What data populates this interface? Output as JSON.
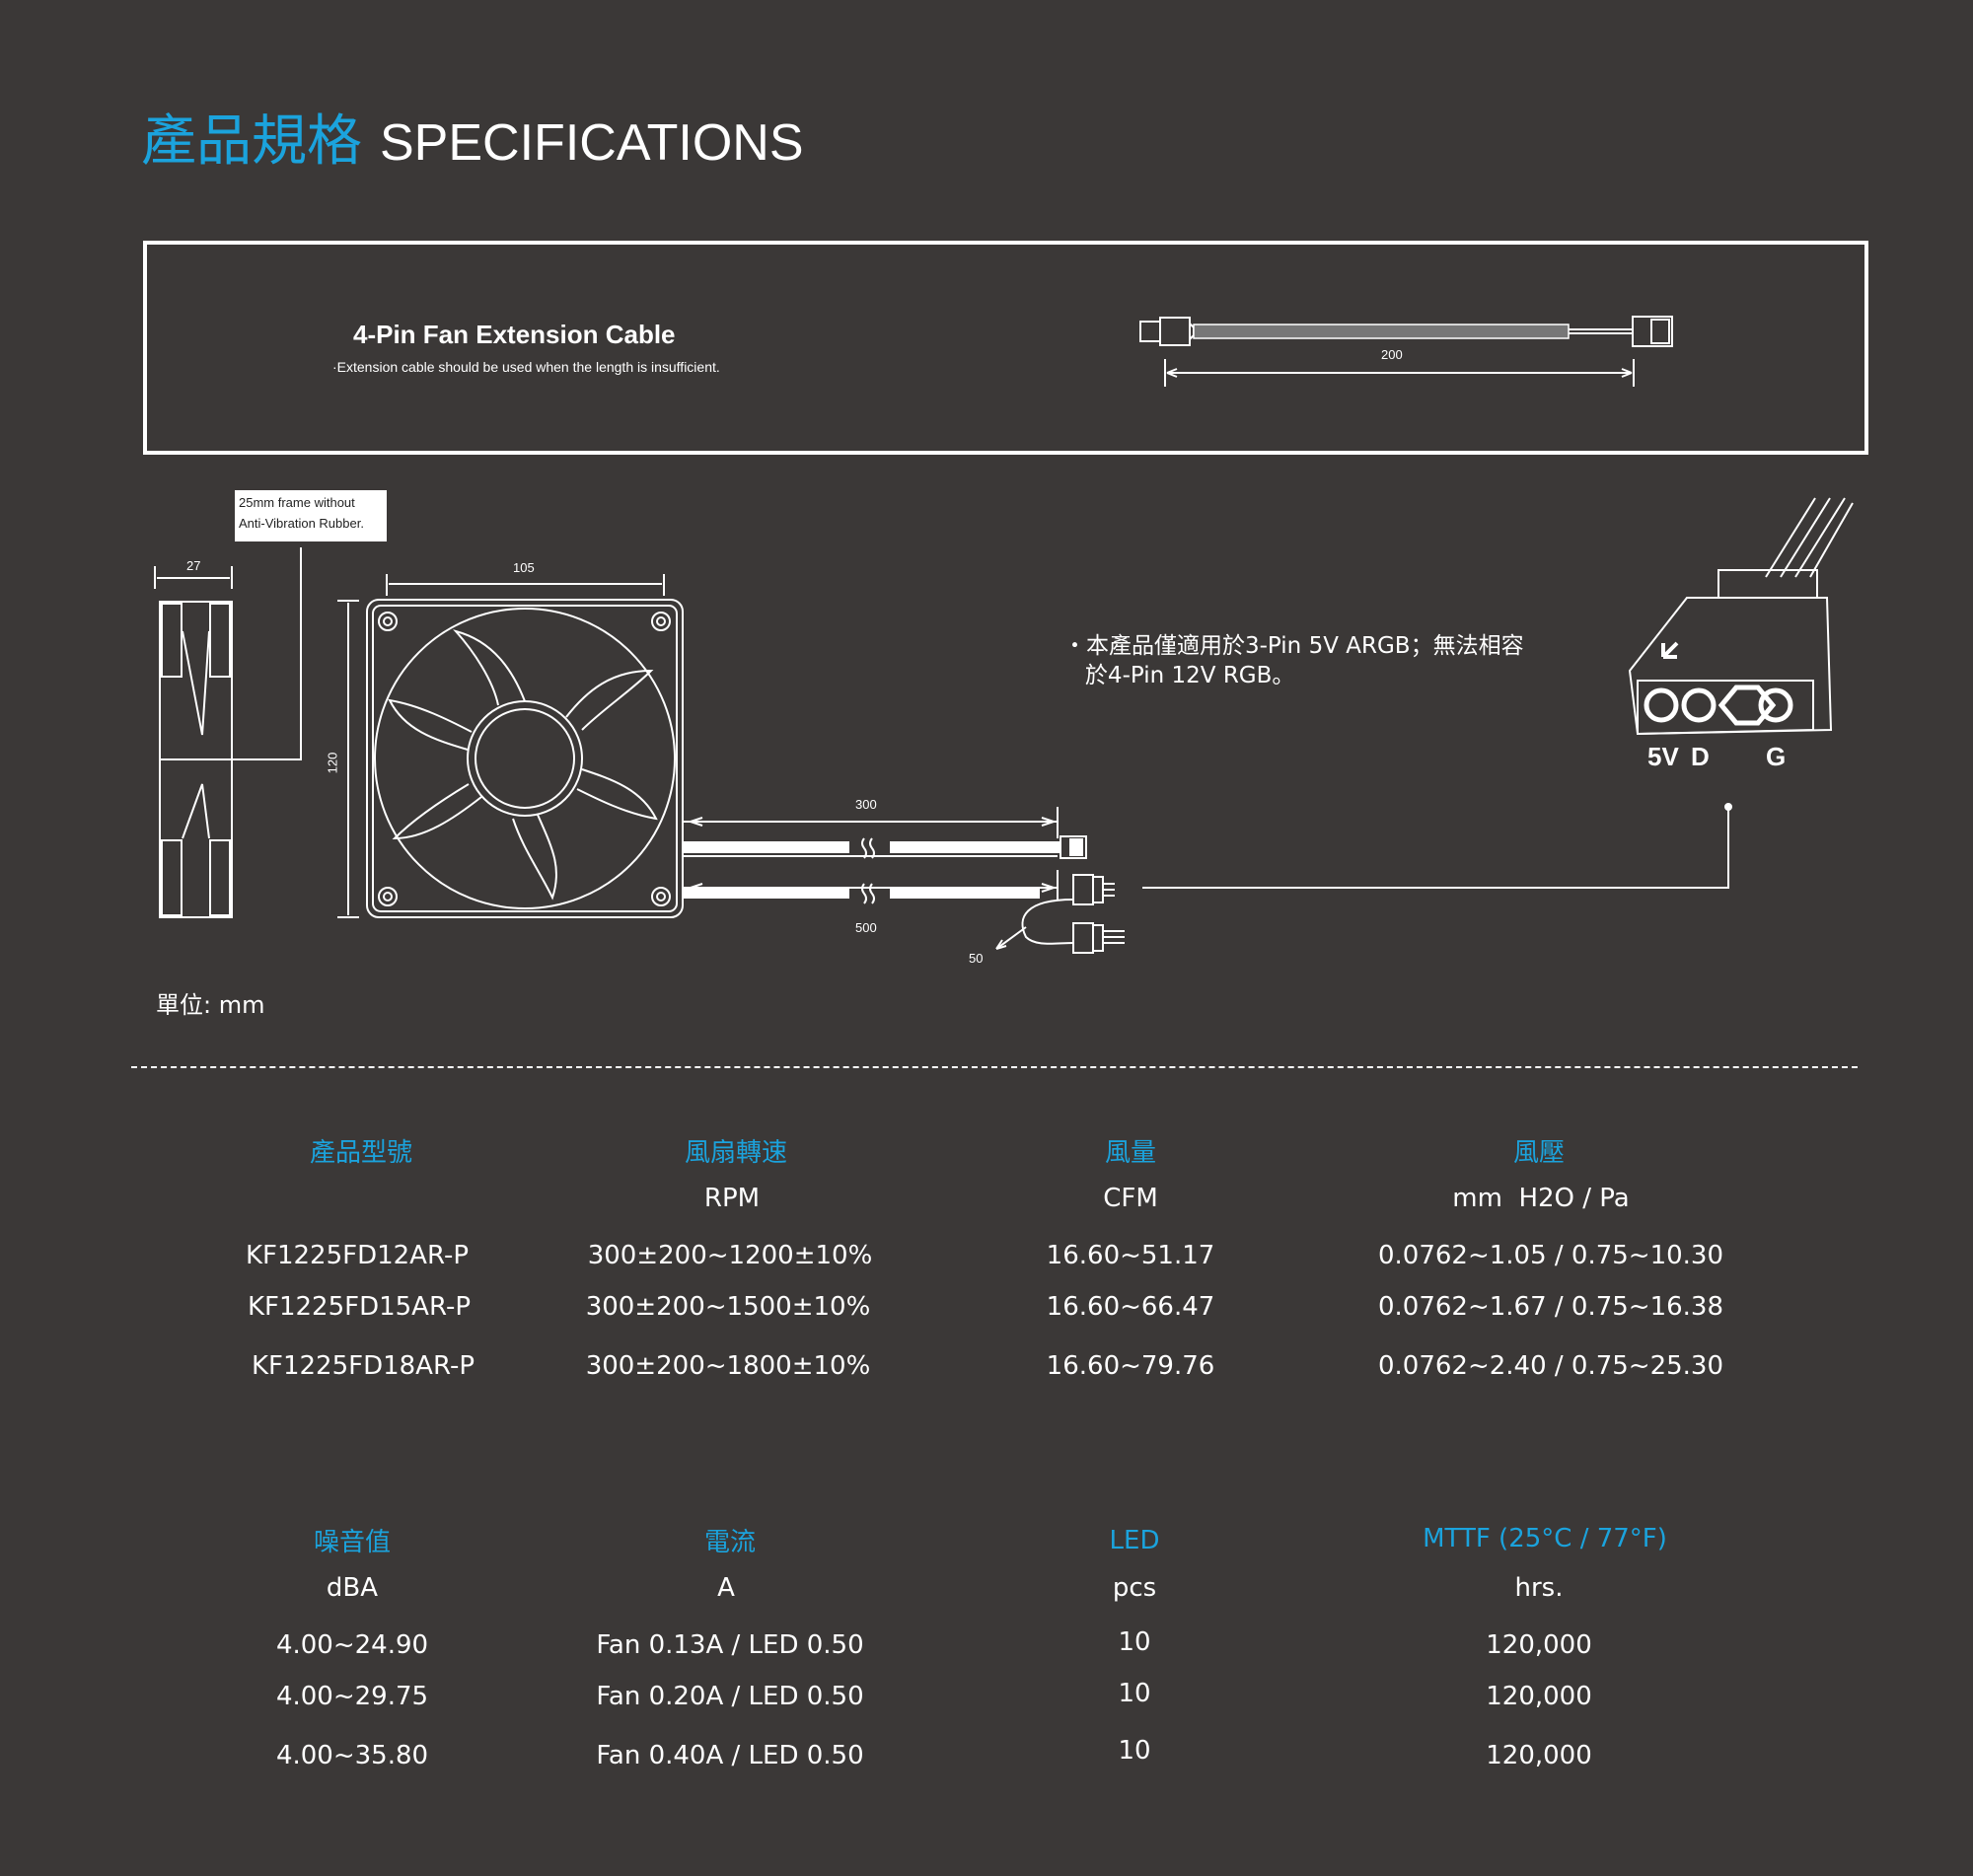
{
  "page_title": {
    "zh": "產品規格",
    "en": "SPECIFICATIONS"
  },
  "extension_cable": {
    "title": "4-Pin Fan Extension Cable",
    "note": "·Extension cable should be used when the length is insufficient.",
    "length_label": "200"
  },
  "diagram": {
    "frame_note_line1": "25mm frame without",
    "frame_note_line2": "Anti-Vibration Rubber.",
    "dim_depth": "27",
    "dim_width": "105",
    "dim_height": "120",
    "dim_cable_fan": "300",
    "dim_cable_led": "500",
    "dim_cable_split": "50",
    "connector_pins": [
      "5V",
      "D",
      "G"
    ],
    "compat_note": "・本產品僅適用於3-Pin 5V ARGB；無法相容\n   於4-Pin 12V RGB。",
    "unit_label": "單位: mm"
  },
  "table1": {
    "headers": [
      "產品型號",
      "風扇轉速",
      "風量",
      "風壓"
    ],
    "units": [
      "",
      "RPM",
      "CFM",
      "mm  H2O / Pa"
    ],
    "rows": [
      [
        "KF1225FD12AR-P",
        "300±200~1200±10%",
        "16.60~51.17",
        "0.0762~1.05 / 0.75~10.30"
      ],
      [
        "KF1225FD15AR-P",
        "300±200~1500±10%",
        "16.60~66.47",
        "0.0762~1.67 / 0.75~16.38"
      ],
      [
        "KF1225FD18AR-P",
        "300±200~1800±10%",
        "16.60~79.76",
        "0.0762~2.40 / 0.75~25.30"
      ]
    ]
  },
  "table2": {
    "headers": [
      "噪音值",
      "電流",
      "LED",
      "MTTF (25°C / 77°F)"
    ],
    "units": [
      "dBA",
      "A",
      "pcs",
      "hrs."
    ],
    "rows": [
      [
        "4.00~24.90",
        "Fan 0.13A / LED 0.50",
        "10",
        "120,000"
      ],
      [
        "4.00~29.75",
        "Fan 0.20A / LED 0.50",
        "10",
        "120,000"
      ],
      [
        "4.00~35.80",
        "Fan 0.40A / LED 0.50",
        "10",
        "120,000"
      ]
    ]
  },
  "colors": {
    "background": "#3b3837",
    "accent": "#1ba3dd",
    "text": "#ffffff"
  }
}
